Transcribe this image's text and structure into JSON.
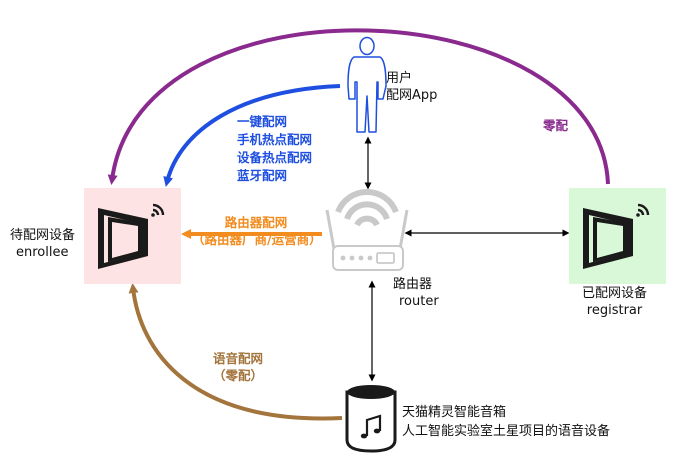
{
  "colors": {
    "purple": "#8a2a8f",
    "blue": "#1f4fe0",
    "orange": "#f28c1e",
    "brown": "#a3743c",
    "enrollee_bg": "#fde3e3",
    "registrar_bg": "#d8f8d8",
    "icon_dark": "#1a1a1a",
    "router_gray": "#c9c9c9"
  },
  "icons": {
    "user": "person-silhouette-icon",
    "device": "smart-device-wifi-icon",
    "router": "wifi-router-icon",
    "speaker": "smart-speaker-music-note-icon"
  },
  "user": {
    "line1": "用户",
    "line2": "配网App"
  },
  "enrollee": {
    "line1": "待配网设备",
    "line2": "enrollee"
  },
  "registrar": {
    "line1": "已配网设备",
    "line2": "registrar"
  },
  "router": {
    "line1": "路由器",
    "line2": "router"
  },
  "speaker": {
    "line1": "天猫精灵智能音箱",
    "line2": "人工智能实验室土星项目的语音设备"
  },
  "methods": {
    "app": [
      "一键配网",
      "手机热点配网",
      "设备热点配网",
      "蓝牙配网"
    ],
    "router_line1": "路由器配网",
    "router_line2": "（路由器厂商/运营商）",
    "zero": "零配",
    "voice_line1": "语音配网",
    "voice_line2": "（零配）"
  }
}
